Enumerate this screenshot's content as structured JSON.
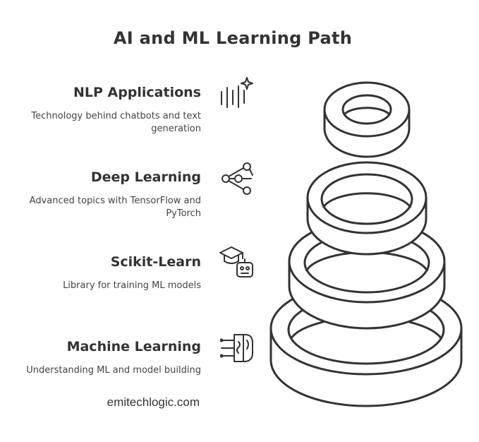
{
  "title": "AI and ML Learning Path",
  "steps": [
    {
      "title": "NLP Applications",
      "description": "Technology behind chatbots and text generation",
      "icon": "sound-wave-sparkle-icon"
    },
    {
      "title": "Deep Learning",
      "description": "Advanced topics with TensorFlow and PyTorch",
      "icon": "network-nodes-icon"
    },
    {
      "title": "Scikit-Learn",
      "description": "Library for training ML models",
      "icon": "graduation-cap-robot-icon"
    },
    {
      "title": "Machine Learning",
      "description": "Understanding ML and model building",
      "icon": "circuit-brain-icon"
    }
  ],
  "footer": "emitechlogic.com",
  "colors": {
    "stroke": "#333333",
    "text": "#444444",
    "background": "#ffffff"
  }
}
